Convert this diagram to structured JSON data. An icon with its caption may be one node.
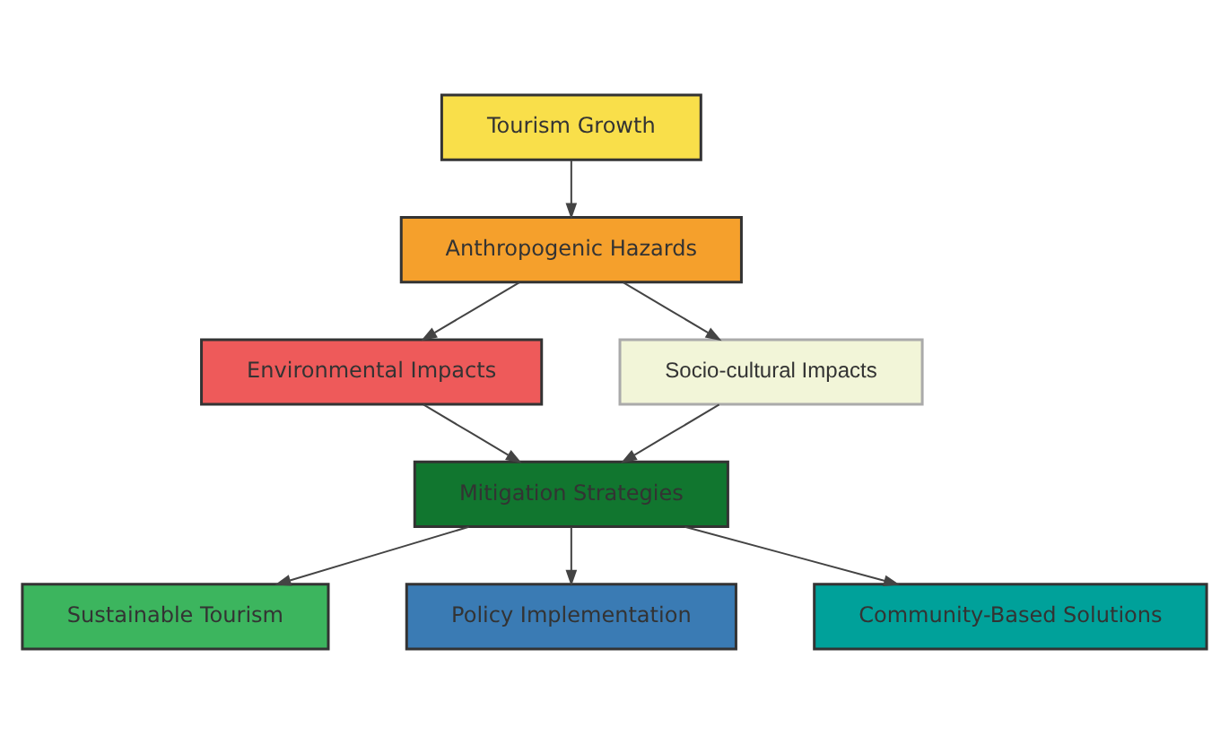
{
  "diagram": {
    "nodes": [
      {
        "text": [
          "Tourism Growth"
        ]
      },
      {
        "text": [
          "Anthropogenic Hazards"
        ]
      },
      {
        "text": [
          "Environmental Impacts"
        ]
      },
      {
        "text": [
          "Socio-cultural Impacts"
        ]
      },
      {
        "text": [
          "Mitigation Strategies"
        ]
      },
      {
        "text": [
          "Sustainable Tourism"
        ]
      },
      {
        "text": [
          "Policy Implementation"
        ]
      },
      {
        "text": [
          "Community-Based Solutions"
        ]
      }
    ],
    "edges": [
      {
        "from": 0,
        "to": 1,
        "arrow": "to"
      },
      {
        "from": 1,
        "to": 2,
        "arrow": "to"
      },
      {
        "from": 1,
        "to": 3,
        "arrow": "to"
      },
      {
        "from": 2,
        "to": 4,
        "arrow": "to"
      },
      {
        "from": 3,
        "to": 4,
        "arrow": "to"
      },
      {
        "from": 4,
        "to": 5,
        "arrow": "to"
      },
      {
        "from": 4,
        "to": 6,
        "arrow": "to"
      },
      {
        "from": 4,
        "to": 7,
        "arrow": "to"
      }
    ]
  }
}
